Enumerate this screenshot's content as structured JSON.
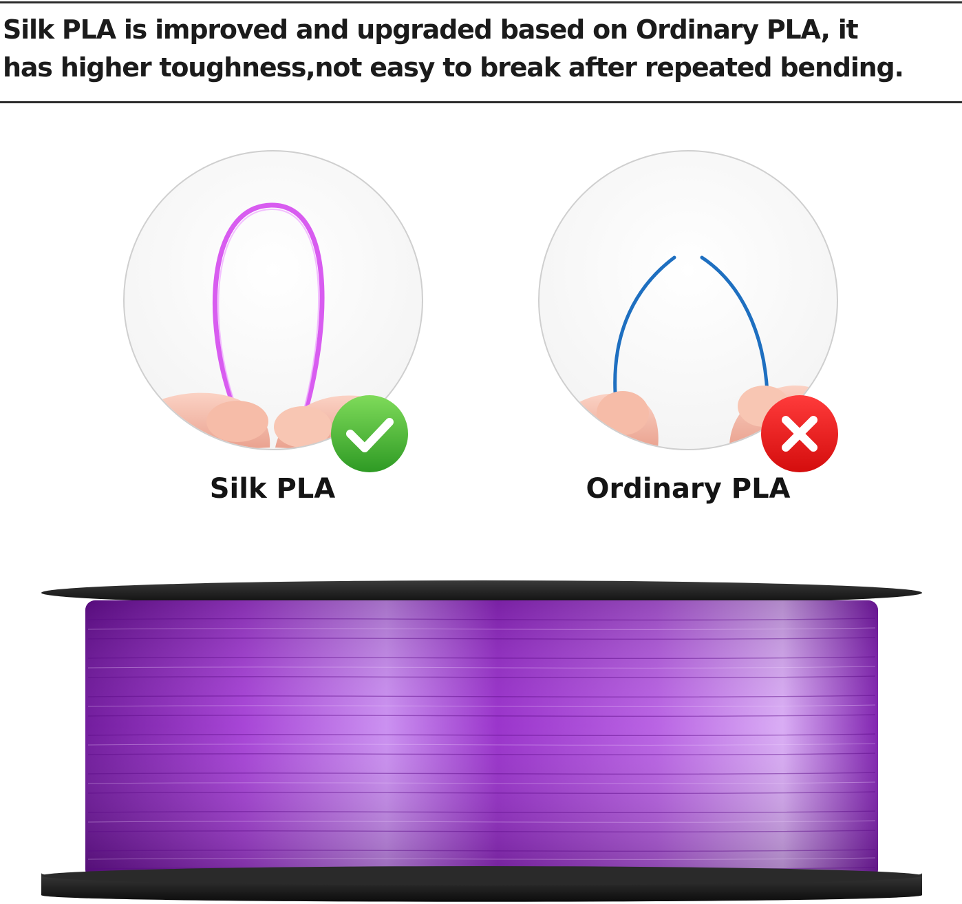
{
  "headline": {
    "line1": "Silk PLA is improved and upgraded based on Ordinary PLA, it",
    "line2": "has higher toughness,not easy to break after repeated bending."
  },
  "comparison": {
    "left": {
      "label": "Silk PLA",
      "filament_color": "#d85cf0",
      "badge_icon": "check-icon",
      "badge_color": "#43b02a"
    },
    "right": {
      "label": "Ordinary PLA",
      "filament_color": "#1e6fc0",
      "badge_icon": "cross-icon",
      "badge_color": "#e81b1b"
    }
  },
  "spool": {
    "filament_color": "#8a1fb8",
    "flange_color": "#1a1a1a"
  }
}
